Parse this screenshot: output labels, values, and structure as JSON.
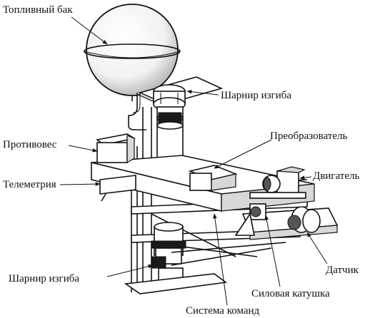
{
  "labels": {
    "fuel_tank": "Топливный бак",
    "top_hinge": "Шарнир изгиба",
    "counterweight": "Противовес",
    "converter": "Преобразователь",
    "engine": "Двигатель",
    "telemetry": "Телеметрия",
    "sensor": "Датчик",
    "bottom_hinge": "Шарнир изгиба",
    "power_coil": "Силовая катушка",
    "command_system": "Система команд"
  }
}
